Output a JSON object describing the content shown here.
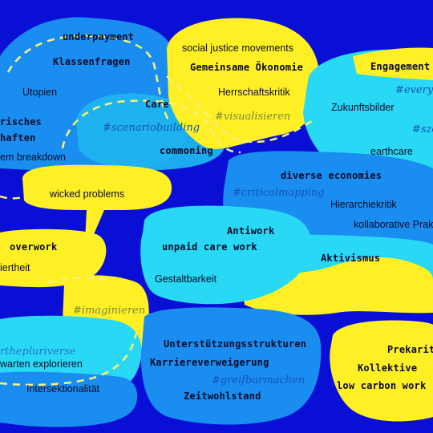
{
  "colors": {
    "background": "#0a0fd6",
    "blue_blob": "#1a8ef0",
    "cyan_blob": "#28d8f5",
    "yellow_blob": "#fff025",
    "dash": "#f7f27a",
    "text": "#0a0a2a",
    "hashtag": "#1553b8"
  },
  "labels": {
    "underpayment": "underpayment",
    "klassenfragen": "Klassenfragen",
    "utopien": "Utopien",
    "risches": "risches",
    "haften": "haften",
    "em_breakdown": "em breakdown",
    "care": "Care",
    "scenariobuilding": "#scenariobuilding",
    "commoning": "commoning",
    "social_justice": "social justice movements",
    "gemeinsame_oekonomie": "Gemeinsame Ökonomie",
    "herrschaftskritik": "Herrschaftskritik",
    "visualisieren": "#visualisieren",
    "engagement": "Engagement",
    "everyo": "#everyo",
    "zukunftsbilder": "Zukunftsbilder",
    "sze": "#sze",
    "earthcare": "earthcare",
    "wicked_problems": "wicked problems",
    "diverse_economies": "diverse economies",
    "criticalmapping": "#criticalmapping",
    "hierarchiekritik": "Hierarchiekritik",
    "kollaborative": "kollaborative Prak",
    "overwork": "overwork",
    "iertheit": "iertheit",
    "antiwork": "Antiwork",
    "unpaid_care_work": "unpaid care work",
    "aktivismus": "Aktivismus",
    "gestaltbarkeit": "Gestaltbarkeit",
    "imaginieren": "#imaginieren",
    "thepluriverse": "rthepluriverse",
    "warten_explorieren": "warten explorieren",
    "intersektionalitaet": "Intersektionalität",
    "unterstuetzung": "Unterstützungsstrukturen",
    "karriereverweigerung": "Karriereverweigerung",
    "greifbarmachen": "#greifbarmachen",
    "zeitwohlstand": "Zeitwohlstand",
    "prekarit": "Prekarit",
    "kollektive": "Kollektive",
    "low_carbon_work": "low carbon work"
  }
}
